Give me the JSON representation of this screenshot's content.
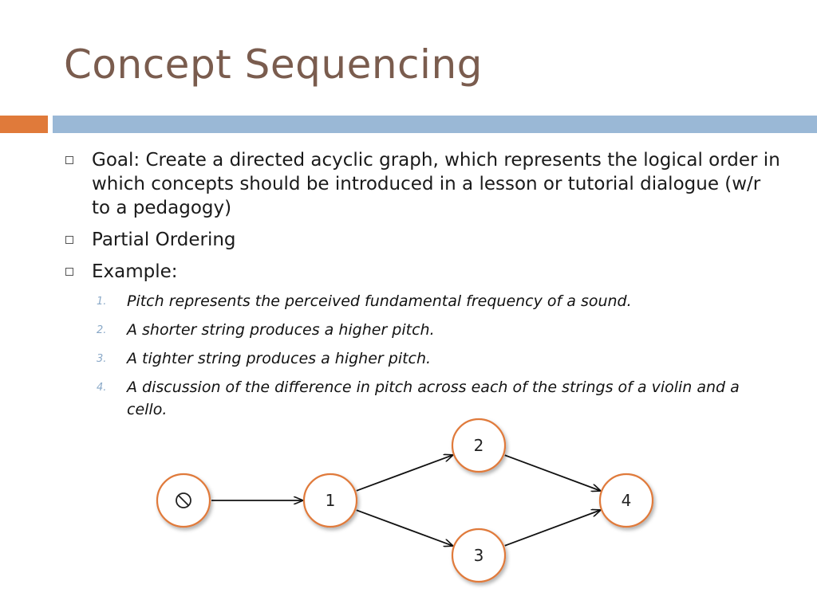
{
  "slide": {
    "title": "Concept Sequencing",
    "colors": {
      "title": "#7a5c4e",
      "accent_orange": "#e07a3a",
      "accent_blue": "#9ab8d6",
      "node_border": "#e07a3a"
    }
  },
  "bullets": [
    {
      "text": "Goal: Create a directed acyclic graph, which represents the logical order in which concepts should be introduced in a lesson or tutorial dialogue (w/r to a pedagogy)"
    },
    {
      "text": "Partial Ordering"
    },
    {
      "text": "Example:"
    }
  ],
  "examples": [
    {
      "num": "1.",
      "text": "Pitch represents the perceived fundamental frequency of a sound."
    },
    {
      "num": "2.",
      "text": "A shorter string produces a higher pitch."
    },
    {
      "num": "3.",
      "text": "A tighter string produces a higher pitch."
    },
    {
      "num": "4.",
      "text": "A discussion of the difference in pitch across each of the strings of a violin and a cello."
    }
  ],
  "graph": {
    "nodes": [
      {
        "id": "start",
        "label": "⃠",
        "icon": "empty-set-icon"
      },
      {
        "id": "n1",
        "label": "1"
      },
      {
        "id": "n2",
        "label": "2"
      },
      {
        "id": "n3",
        "label": "3"
      },
      {
        "id": "n4",
        "label": "4"
      }
    ],
    "edges": [
      {
        "from": "start",
        "to": "n1"
      },
      {
        "from": "n1",
        "to": "n2"
      },
      {
        "from": "n1",
        "to": "n3"
      },
      {
        "from": "n2",
        "to": "n4"
      },
      {
        "from": "n3",
        "to": "n4"
      }
    ]
  }
}
